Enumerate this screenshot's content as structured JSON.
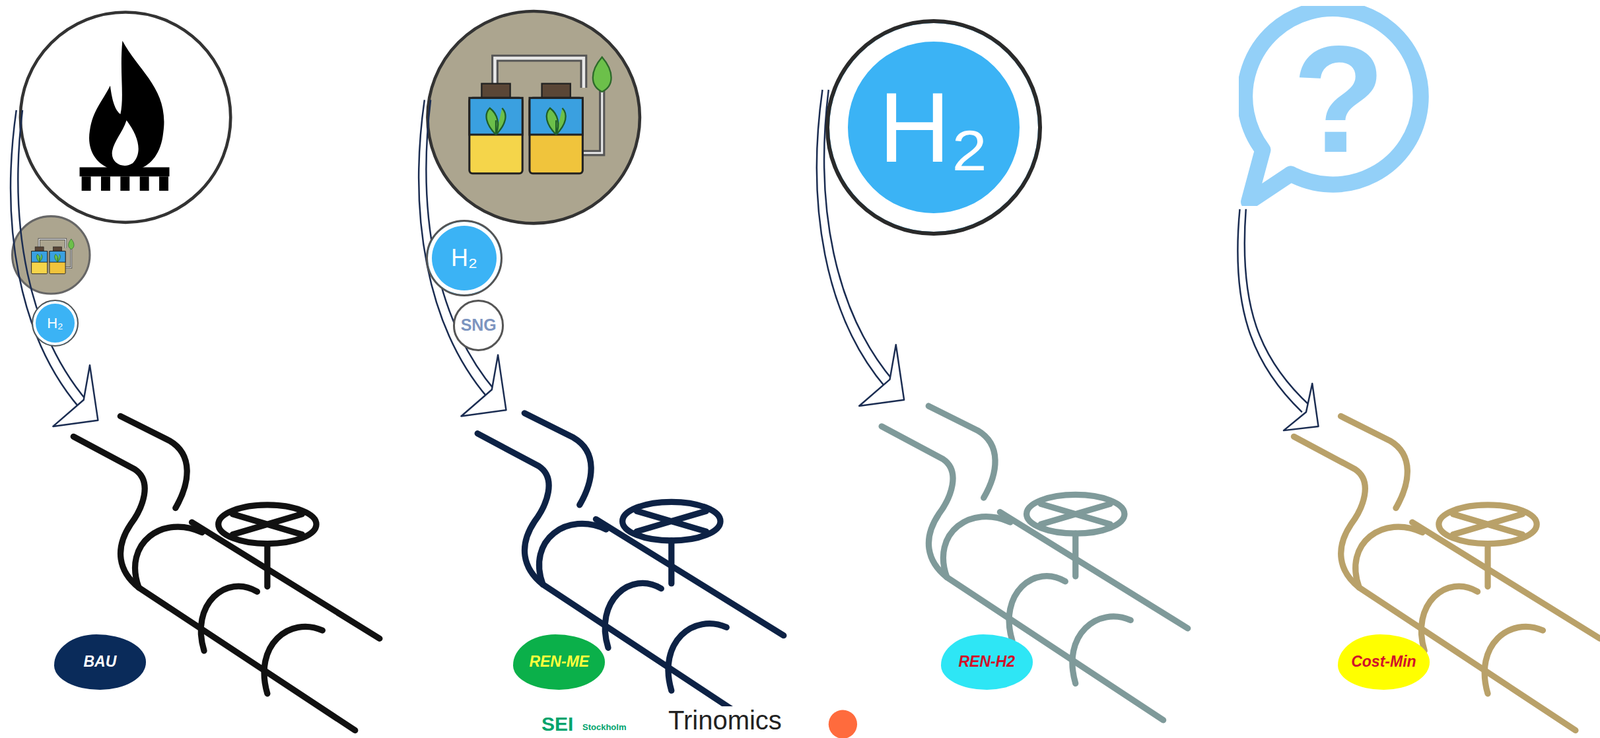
{
  "diagram": {
    "nodes": [
      {
        "text": [
          "H₂"
        ]
      },
      {
        "text": [
          "H₂"
        ]
      },
      {
        "text": [
          "SNG"
        ]
      },
      {
        "text": [
          "H₂"
        ]
      },
      {
        "text": [
          "?"
        ]
      },
      {
        "text": [
          "BAU"
        ]
      },
      {
        "text": [
          "REN-ME"
        ]
      },
      {
        "text": [
          "REN-H2"
        ]
      },
      {
        "text": [
          "Cost-Min"
        ]
      }
    ],
    "labels": [
      "SEI",
      "Stockholm",
      "Trinomics"
    ]
  }
}
